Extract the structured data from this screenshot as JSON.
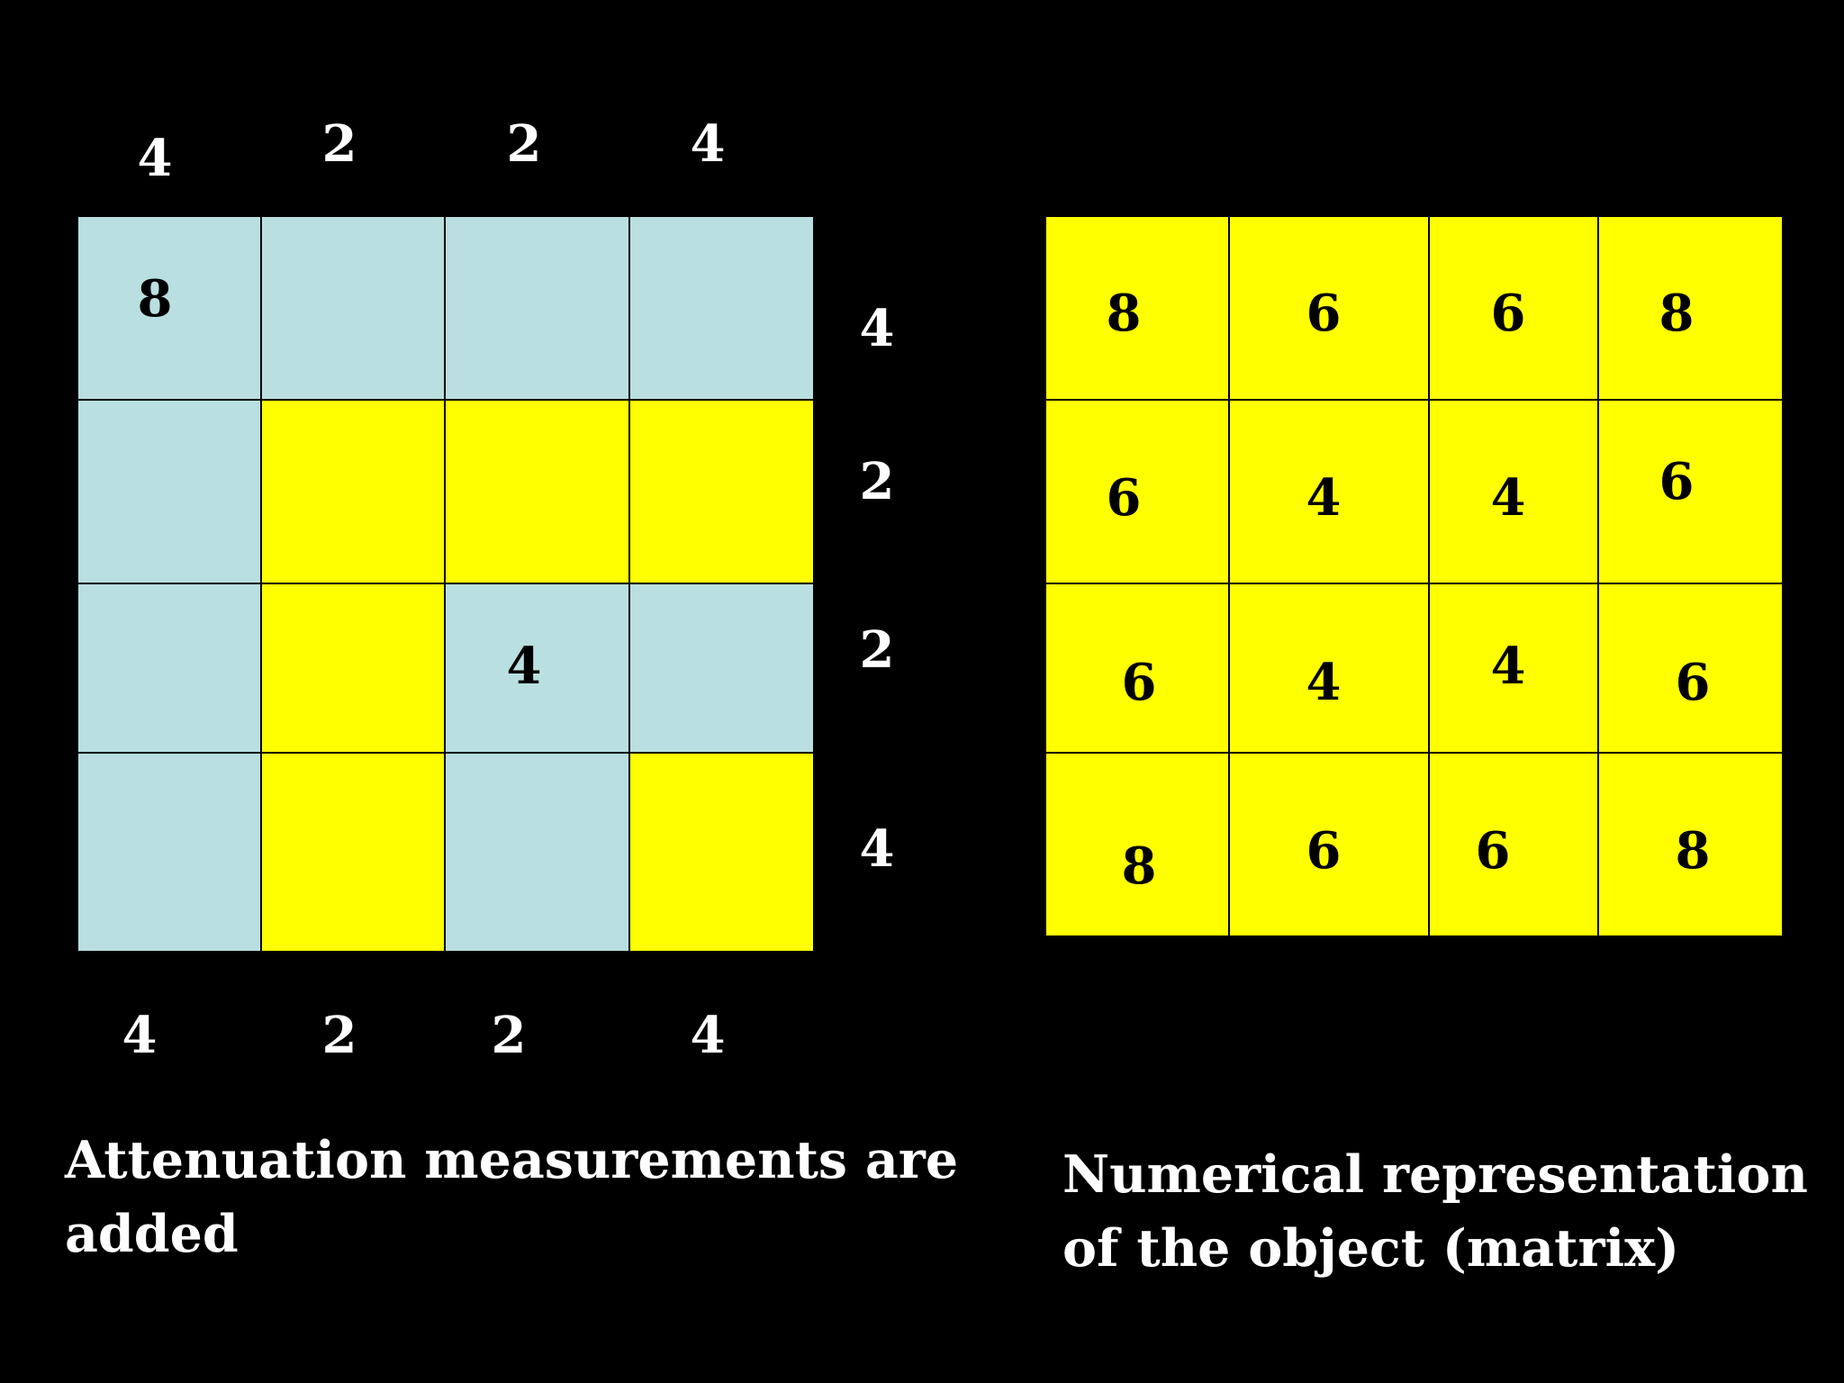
{
  "left_panel": {
    "top_sums": [
      "4",
      "2",
      "2",
      "4"
    ],
    "right_sums": [
      "4",
      "2",
      "2",
      "4"
    ],
    "bottom_sums": [
      "4",
      "2",
      "2",
      "4"
    ],
    "cells": [
      [
        "#badfe0",
        "#badfe0",
        "#badfe0",
        "#badfe0"
      ],
      [
        "#badfe0",
        "#ffff00",
        "#ffff00",
        "#ffff00"
      ],
      [
        "#badfe0",
        "#ffff00",
        "#badfe0",
        "#badfe0"
      ],
      [
        "#badfe0",
        "#ffff00",
        "#badfe0",
        "#ffff00"
      ]
    ],
    "cell_labels": [
      {
        "row": 0,
        "col": 0,
        "text": "8"
      },
      {
        "row": 2,
        "col": 2,
        "text": "4"
      }
    ],
    "caption_lines": [
      "Attenuation measurements are",
      "added"
    ]
  },
  "right_panel": {
    "matrix": [
      [
        "8",
        "6",
        "6",
        "8"
      ],
      [
        "6",
        "4",
        "4",
        "6"
      ],
      [
        "6",
        "4",
        "4",
        "6"
      ],
      [
        "8",
        "6",
        "6",
        "8"
      ]
    ],
    "cell_color": "#ffff00",
    "caption_lines": [
      "Numerical representation",
      "of the object (matrix)"
    ]
  }
}
